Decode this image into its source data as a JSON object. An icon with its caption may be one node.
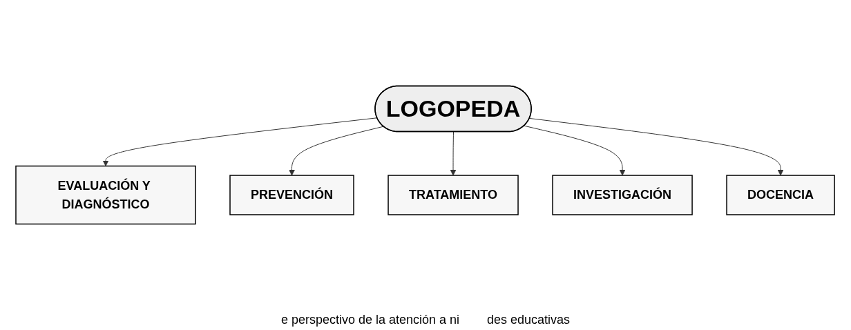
{
  "diagram": {
    "nodes": [
      {
        "text": [
          "EVALUACIÓN Y DIAGNÓSTICO"
        ]
      },
      {
        "text": [
          "PREVENCIÓN"
        ]
      },
      {
        "text": [
          "TRATAMIENTO"
        ]
      },
      {
        "text": [
          "LOGOPEDA"
        ]
      },
      {
        "text": [
          "INVESTIGACIÓN"
        ]
      },
      {
        "text": [
          "DOCENCIA"
        ]
      }
    ],
    "edges": [
      {
        "from": 3,
        "to": 0,
        "arrow": "to"
      },
      {
        "from": 3,
        "to": 1,
        "arrow": "to"
      },
      {
        "from": 3,
        "to": 2,
        "arrow": "to"
      },
      {
        "from": 3,
        "to": 4,
        "arrow": "to"
      },
      {
        "from": 3,
        "to": 5,
        "arrow": "to"
      }
    ],
    "labels": [
      "e perspectivo de la atención a ni",
      "des educativas"
    ]
  }
}
